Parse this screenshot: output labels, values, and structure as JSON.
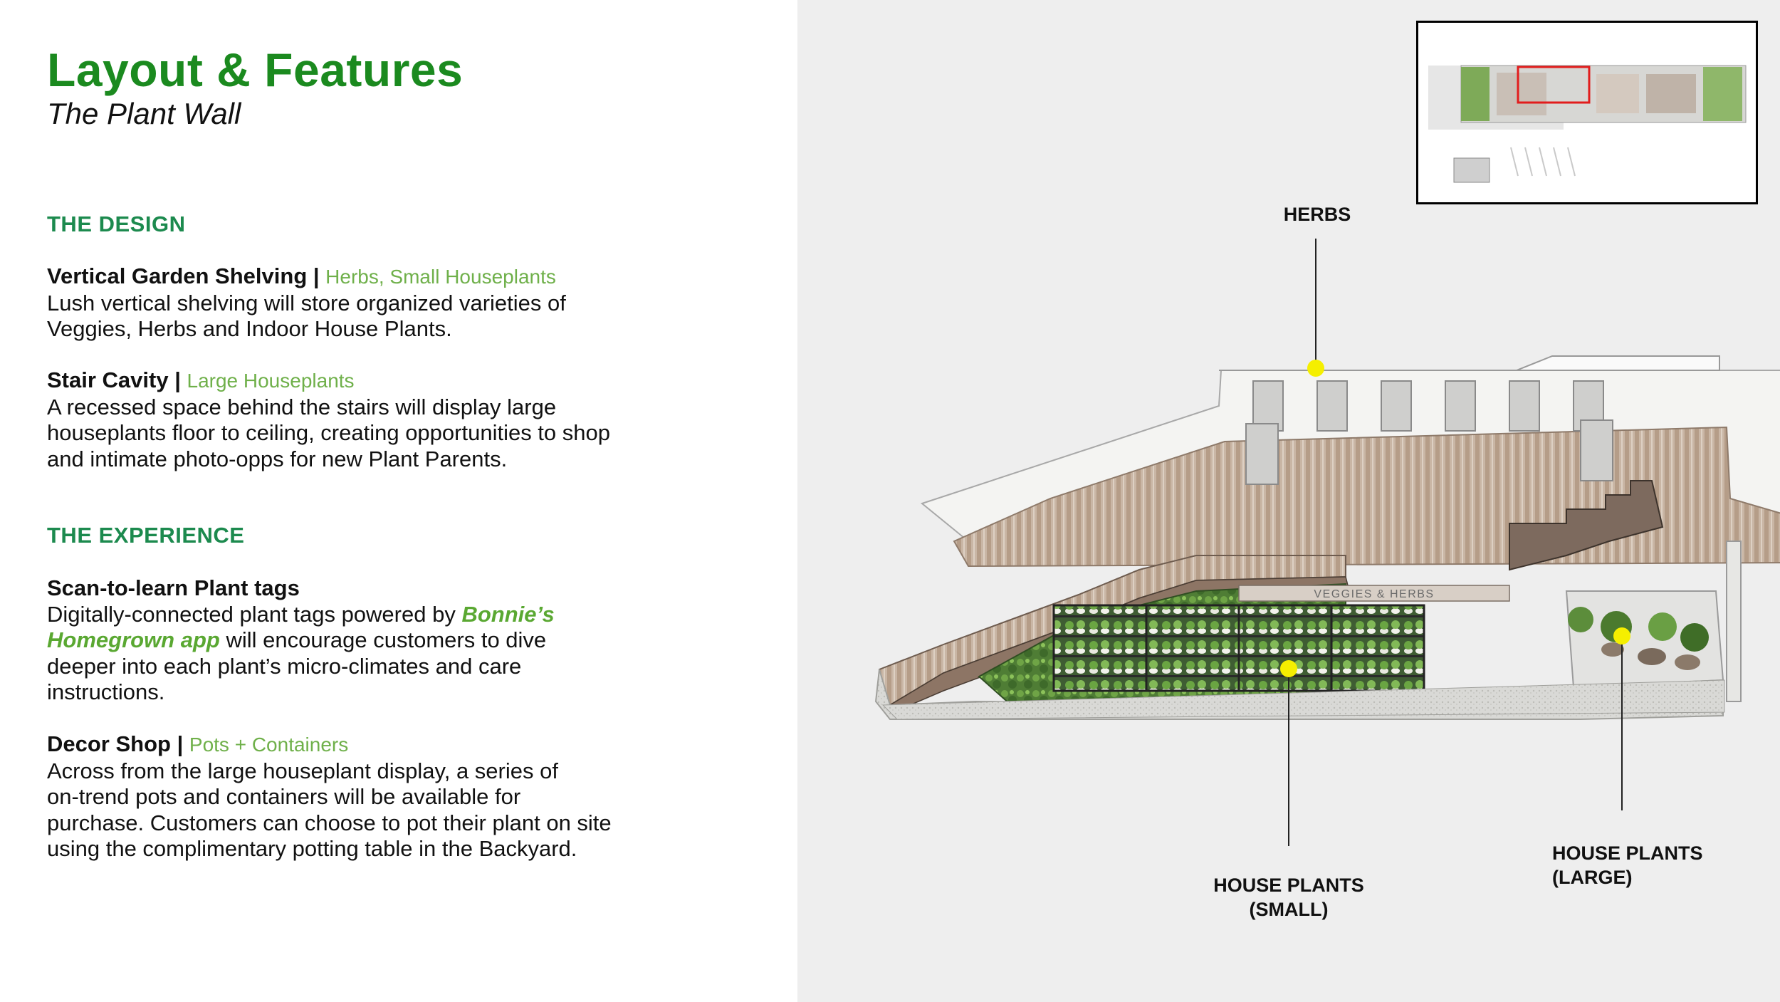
{
  "header": {
    "title": "Layout & Features",
    "subtitle": "The Plant Wall"
  },
  "design": {
    "heading": "THE DESIGN",
    "shelving": {
      "title": "Vertical Garden Shelving |",
      "tag": "Herbs, Small Houseplants",
      "lines": [
        "Lush vertical shelving will store organized varieties of",
        "Veggies, Herbs and Indoor House Plants."
      ]
    },
    "stair": {
      "title": "Stair Cavity |",
      "tag": "Large Houseplants",
      "lines": [
        "A recessed space behind the stairs will display large",
        "houseplants floor to ceiling, creating opportunities to shop",
        "and  intimate photo-opps for new Plant Parents."
      ]
    }
  },
  "experience": {
    "heading": "THE EXPERIENCE",
    "scan": {
      "title": "Scan-to-learn Plant tags",
      "line1_pre": "Digitally-connected plant tags powered by ",
      "app_name_1": "Bonnie’s",
      "app_name_2": "Homegrown app",
      "line2_post": " will encourage customers to dive",
      "lines": [
        "deeper into each plant’s micro-climates and care",
        "instructions."
      ]
    },
    "decor": {
      "title": "Decor Shop |",
      "tag": "Pots + Containers",
      "lines": [
        "Across from the large houseplant display, a series of",
        "on-trend pots and containers will be available for",
        "purchase. Customers can choose to pot their plant on site",
        "using the complimentary potting table in the Backyard."
      ]
    }
  },
  "diagram": {
    "sign_text": "VEGGIES & HERBS",
    "labels": {
      "herbs": "HERBS",
      "small_1": "HOUSE PLANTS",
      "small_2": "(SMALL)",
      "large_1": "HOUSE PLANTS",
      "large_2": "(LARGE)"
    },
    "marker_color": "#f5ef00",
    "accent_green": "#1b8a1f"
  }
}
